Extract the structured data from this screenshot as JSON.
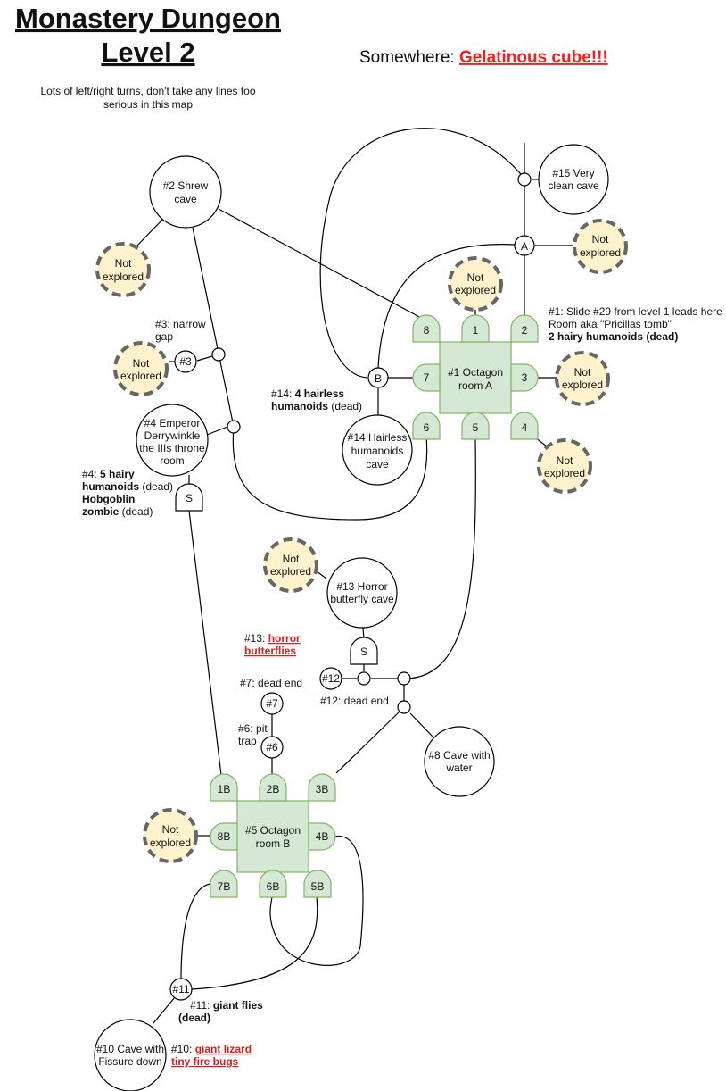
{
  "title": {
    "line1": "Monastery Dungeon",
    "line2": "Level 2"
  },
  "subtitle": {
    "line1": "Lots of left/right turns, don't take any lines too",
    "line2": "serious in this map"
  },
  "somewhere": {
    "prefix": "Somewhere: ",
    "monster": "Gelatinous cube!!!"
  },
  "colors": {
    "room_fill": "#d5e8d4",
    "room_stroke": "#82b366",
    "unexplored_fill": "#fff2cc",
    "unexplored_stroke": "#666666",
    "danger_text": "#e21b1b"
  },
  "not_explored": {
    "line1": "Not",
    "line2": "explored"
  },
  "rooms": {
    "octagon_a": {
      "line1": "#1 Octagon",
      "line2": "room A"
    },
    "octagon_b": {
      "line1": "#5 Octagon",
      "line2": "room B"
    }
  },
  "doors_a": [
    "8",
    "1",
    "2",
    "7",
    "3",
    "6",
    "5",
    "4"
  ],
  "doors_b": [
    "1B",
    "2B",
    "3B",
    "8B",
    "4B",
    "7B",
    "6B",
    "5B"
  ],
  "caves": {
    "shrew": {
      "line1": "#2 Shrew",
      "line2": "cave"
    },
    "clean": {
      "line1": "#15 Very",
      "line2": "clean cave"
    },
    "hairless": {
      "line1": "#14 Hairless",
      "line2": "humanoids",
      "line3": "cave"
    },
    "emperor": {
      "line1": "#4 Emperor",
      "line2": "Derrywinkle",
      "line3": "the IIIs throne",
      "line4": "room"
    },
    "horror": {
      "line1": "#13 Horror",
      "line2": "butterfly cave"
    },
    "water": {
      "line1": "#8 Cave with",
      "line2": "water"
    },
    "fissure": {
      "line1": "#10 Cave with",
      "line2": "Fissure down"
    }
  },
  "junctions": {
    "a": "A",
    "b": "B",
    "s": "S",
    "n3": "#3",
    "n12": "#12",
    "n7": "#7",
    "n6": "#6",
    "n11": "#11"
  },
  "notes": {
    "n1": {
      "line1": "#1: Slide #29 from level 1 leads here",
      "line2": "Room aka \"Pricillas tomb\"",
      "line3": "2 hairy humanoids (dead)"
    },
    "n3": {
      "line1": "#3: narrow",
      "line2": "gap"
    },
    "n14": {
      "a": "#14: ",
      "b": "4 hairless",
      "c": "humanoids",
      "d": " (dead)"
    },
    "n4": {
      "a": "#4: ",
      "b": "5 hairy",
      "c": "humanoids",
      "d": " (dead)",
      "e": "Hobgoblin",
      "f": "zombie",
      "g": " (dead)"
    },
    "n13": {
      "prefix": "#13: ",
      "line1": "horror",
      "line2": "butterflies"
    },
    "n7": "#7: dead end",
    "n12": "#12: dead end",
    "n6": {
      "line1": "#6: pit",
      "line2": "trap"
    },
    "n11": {
      "a": "#11: ",
      "b": "giant flies",
      "c": "(dead)"
    },
    "n10": {
      "prefix": "#10: ",
      "line1": "giant lizard",
      "line2": "tiny fire bugs"
    }
  }
}
